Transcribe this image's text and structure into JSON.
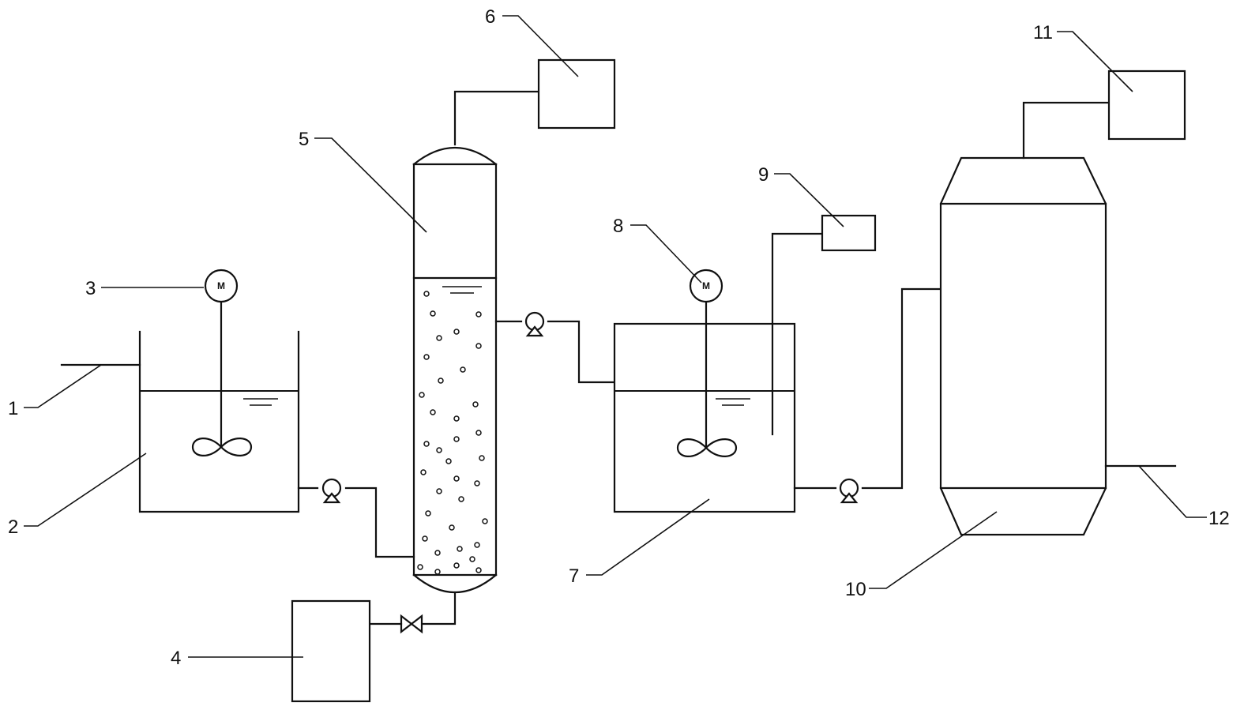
{
  "labels": {
    "l1": "1",
    "l2": "2",
    "l3": "3",
    "l4": "4",
    "l5": "5",
    "l6": "6",
    "l7": "7",
    "l8": "8",
    "l9": "9",
    "l10": "10",
    "l11": "11",
    "l12": "12"
  },
  "motor_symbol": "M",
  "icons": {
    "pump": "pump-icon",
    "valve": "valve-icon",
    "motor": "motor-icon",
    "impeller": "impeller-icon",
    "level": "liquid-level-icon"
  },
  "colors": {
    "line": "#111111",
    "background": "#ffffff"
  }
}
